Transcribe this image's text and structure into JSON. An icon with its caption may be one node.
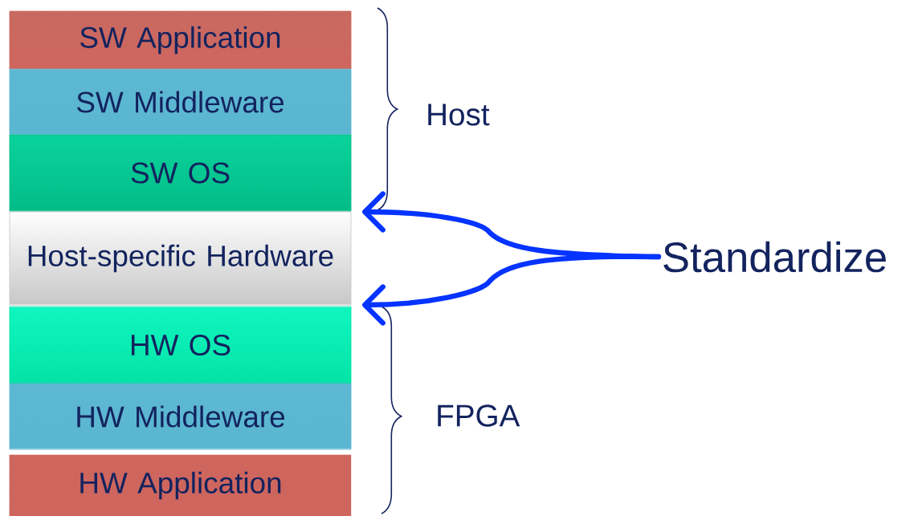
{
  "diagram": {
    "nodes": [
      {
        "text": [
          "SW Application"
        ]
      },
      {
        "text": [
          "SW Middleware"
        ]
      },
      {
        "text": [
          "SW OS"
        ]
      },
      {
        "text": [
          "Host-specific Hardware"
        ]
      },
      {
        "text": [
          "HW OS"
        ]
      },
      {
        "text": [
          "HW Middleware"
        ]
      },
      {
        "text": [
          "HW Application"
        ]
      },
      {
        "text": [
          "Standardize"
        ]
      }
    ],
    "edges": [
      {
        "from": 7,
        "to": 3,
        "arrow": "to"
      },
      {
        "from": 7,
        "to": 3,
        "arrow": "to"
      }
    ],
    "labels": [
      "Host",
      "FPGA"
    ]
  }
}
